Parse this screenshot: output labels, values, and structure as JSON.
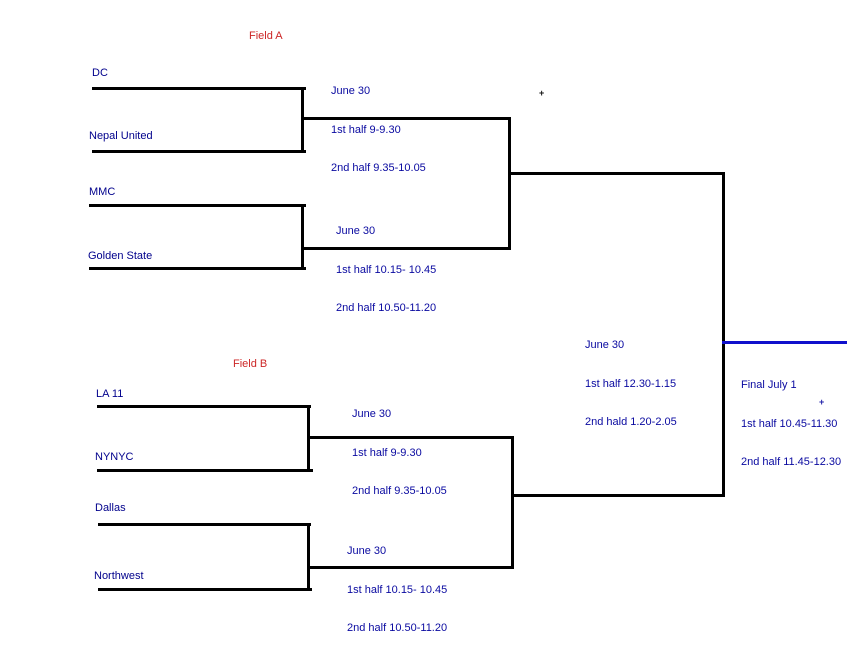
{
  "colors": {
    "team_text": "#00008C",
    "schedule_text": "#0909A0",
    "field_label": "#CC2626",
    "bracket_line": "#000000",
    "final_line": "#1010CC",
    "background": "#FFFFFF"
  },
  "fields": {
    "a": "Field A",
    "b": "Field B"
  },
  "teams": {
    "dc": "DC",
    "nepal": "Nepal United",
    "mmc": "MMC",
    "golden": "Golden State",
    "la11": "LA 11",
    "nynyc": "NYNYC",
    "dallas": "Dallas",
    "northwest": "Northwest"
  },
  "matches": {
    "a1": {
      "date": "June 30",
      "half1": "1st half 9-9.30",
      "half2": "2nd half 9.35-10.05"
    },
    "a2": {
      "date": "June 30",
      "half1": "1st half 10.15- 10.45",
      "half2": "2nd half 10.50-11.20"
    },
    "semi": {
      "date": "June 30",
      "half1": "1st half 12.30-1.15",
      "half2": "2nd hald 1.20-2.05"
    },
    "b1": {
      "date": "June 30",
      "half1": "1st half 9-9.30",
      "half2": "2nd half 9.35-10.05"
    },
    "b2": {
      "date": "June 30",
      "half1": "1st half 10.15- 10.45",
      "half2": "2nd half 10.50-11.20"
    },
    "final": {
      "date": "Final July 1",
      "half1": "1st half 10.45-11.30",
      "half2": "2nd half 11.45-12.30"
    }
  },
  "marks": {
    "cursor_top": "+",
    "cursor_bottom": "+"
  }
}
